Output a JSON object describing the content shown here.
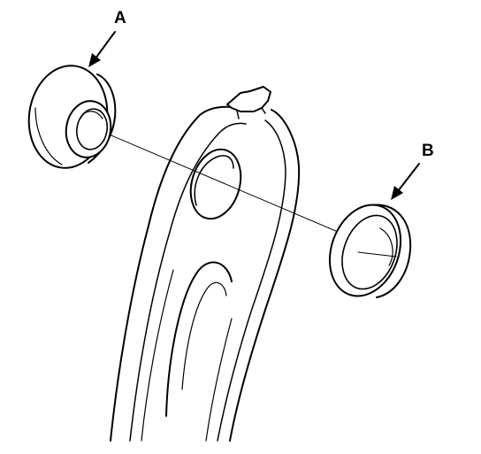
{
  "callouts": {
    "a": "A",
    "b": "B"
  },
  "colors": {
    "line": "#000000",
    "fill": "#ffffff"
  },
  "parts": {
    "a": "flanged-bushing",
    "b": "bushing-ring",
    "arm": "suspension-arm",
    "axis": "installation-axis"
  }
}
